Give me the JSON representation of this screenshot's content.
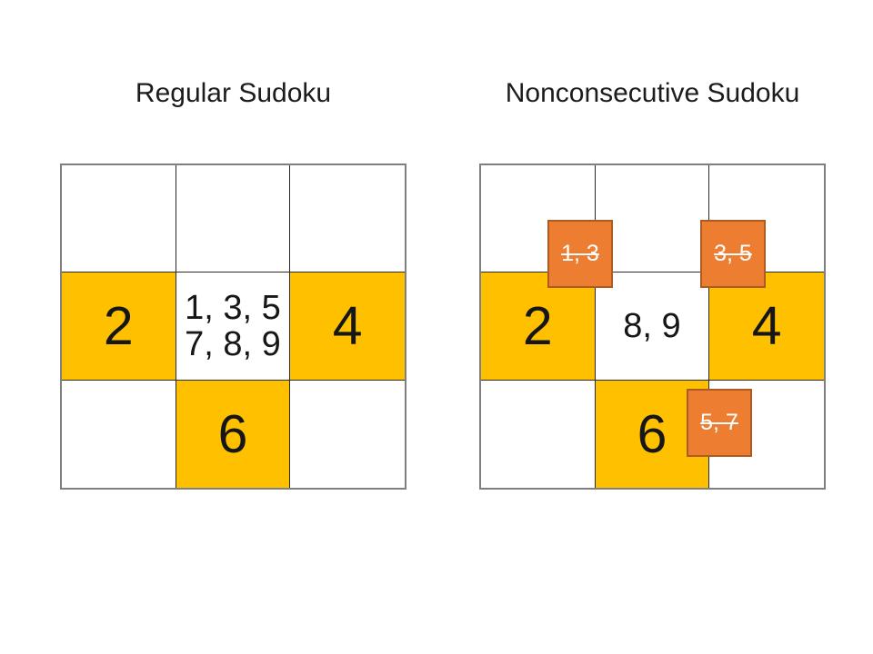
{
  "colors": {
    "cell-highlight": "#FFC000",
    "callout-fill": "#ED7D31",
    "callout-border": "#AE5A21",
    "grid-outer-border": "#7F7F7F",
    "grid-inner-border": "#2B2B2B"
  },
  "left_panel": {
    "title": "Regular Sudoku",
    "grid": {
      "given_cells": [
        "",
        "",
        "",
        "2",
        "",
        "4",
        "",
        "6",
        ""
      ],
      "candidate_lines": [
        "1, 3, 5",
        "7, 8, 9"
      ]
    }
  },
  "right_panel": {
    "title": "Nonconsecutive Sudoku",
    "grid": {
      "given_cells": [
        "",
        "",
        "",
        "2",
        "8, 9",
        "4",
        "",
        "6",
        ""
      ]
    },
    "callouts": [
      {
        "text": "1, 3",
        "struck_through": true
      },
      {
        "text": "3, 5",
        "struck_through": true
      },
      {
        "text": "5, 7",
        "struck_through": true
      }
    ]
  }
}
